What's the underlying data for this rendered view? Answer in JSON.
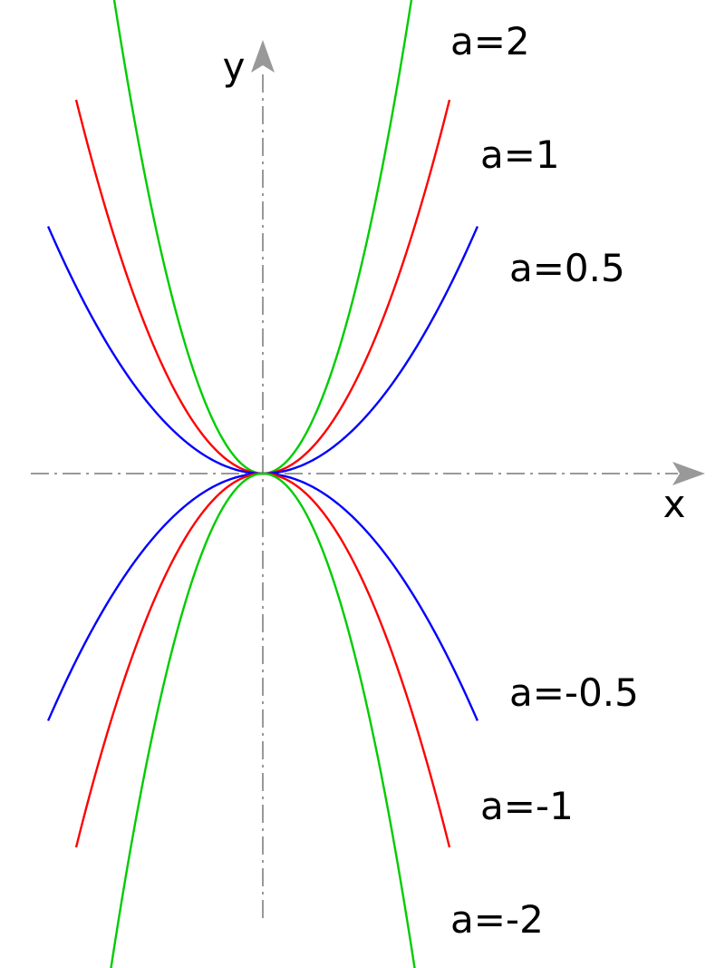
{
  "chart_data": {
    "type": "line",
    "title": "",
    "xlabel": "x",
    "ylabel": "y",
    "grid": false,
    "axes_style": "dash-dot arrows through origin",
    "xlim": [
      -2.65,
      5.6
    ],
    "ylim": [
      -5.2,
      5.0
    ],
    "series": [
      {
        "name": "a=2",
        "a": 2,
        "color": "#00cc00",
        "x": [
          -1.6,
          -1.2,
          -0.8,
          -0.4,
          0,
          0.4,
          0.8,
          1.2,
          1.6
        ],
        "y": [
          5.12,
          2.88,
          1.28,
          0.32,
          0,
          0.32,
          1.28,
          2.88,
          5.12
        ]
      },
      {
        "name": "a=1",
        "a": 1,
        "color": "#ff0000",
        "x": [
          -2,
          -1.5,
          -1,
          -0.5,
          0,
          0.5,
          1,
          1.5,
          2
        ],
        "y": [
          4,
          2.25,
          1,
          0.25,
          0,
          0.25,
          1,
          2.25,
          4
        ]
      },
      {
        "name": "a=0.5",
        "a": 0.5,
        "color": "#0000ff",
        "x": [
          -2.3,
          -1.5,
          -1,
          -0.5,
          0,
          0.5,
          1,
          1.5,
          2.3
        ],
        "y": [
          2.645,
          1.125,
          0.5,
          0.125,
          0,
          0.125,
          0.5,
          1.125,
          2.645
        ]
      },
      {
        "name": "a=-0.5",
        "a": -0.5,
        "color": "#0000ff",
        "x": [
          -2.3,
          -1.5,
          -1,
          -0.5,
          0,
          0.5,
          1,
          1.5,
          2.3
        ],
        "y": [
          -2.645,
          -1.125,
          -0.5,
          -0.125,
          0,
          -0.125,
          -0.5,
          -1.125,
          -2.645
        ]
      },
      {
        "name": "a=-1",
        "a": -1,
        "color": "#ff0000",
        "x": [
          -2,
          -1.5,
          -1,
          -0.5,
          0,
          0.5,
          1,
          1.5,
          2
        ],
        "y": [
          -4,
          -2.25,
          -1,
          -0.25,
          0,
          -0.25,
          -1,
          -2.25,
          -4
        ]
      },
      {
        "name": "a=-2",
        "a": -2,
        "color": "#00cc00",
        "x": [
          -1.64,
          -1.2,
          -0.8,
          -0.4,
          0,
          0.4,
          0.8,
          1.2,
          1.64
        ],
        "y": [
          -5.38,
          -2.88,
          -1.28,
          -0.32,
          0,
          -0.32,
          -1.28,
          -2.88,
          -5.38
        ]
      }
    ]
  }
}
